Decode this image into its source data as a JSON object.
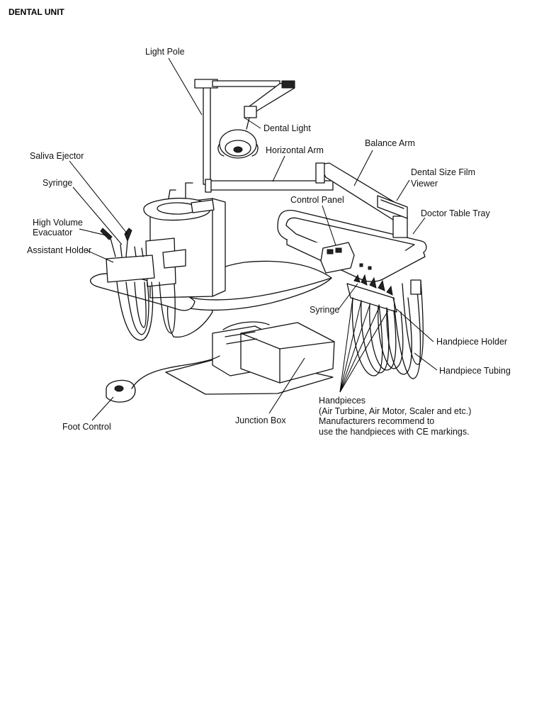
{
  "title": "DENTAL UNIT",
  "labels": {
    "light_pole": "Light Pole",
    "dental_light": "Dental Light",
    "horizontal_arm": "Horizontal Arm",
    "balance_arm": "Balance Arm",
    "film_viewer_1": "Dental Size Film",
    "film_viewer_2": "Viewer",
    "doctor_tray": "Doctor Table Tray",
    "control_panel": "Control Panel",
    "saliva_ejector": "Saliva Ejector",
    "syringe_left": "Syringe",
    "hve_1": "High Volume",
    "hve_2": "Evacuator",
    "assistant_holder": "Assistant Holder",
    "syringe_right": "Syringe",
    "handpiece_holder": "Handpiece Holder",
    "handpiece_tubing": "Handpiece Tubing",
    "handpieces_1": "Handpieces",
    "handpieces_2": "(Air Turbine, Air Motor, Scaler and etc.)",
    "handpieces_3": "Manufacturers recommend to",
    "handpieces_4": "use the handpieces with CE markings.",
    "junction_box": "Junction Box",
    "foot_control": "Foot Control"
  }
}
